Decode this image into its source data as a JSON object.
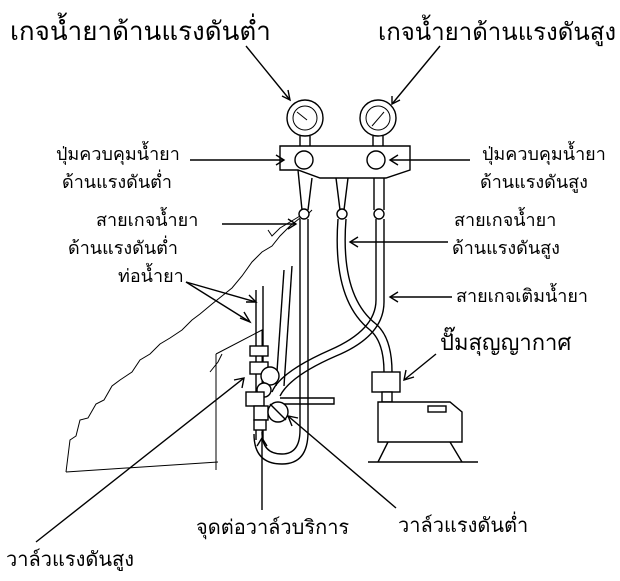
{
  "labels": {
    "low_gauge": "เกจน้ำยาด้านแรงดันต่ำ",
    "high_gauge": "เกจน้ำยาด้านแรงดันสูง",
    "low_knob_1": "ปุ่มควบคุมน้ำยา",
    "low_knob_2": "ด้านแรงดันต่ำ",
    "high_knob_1": "ปุ่มควบคุมน้ำยา",
    "high_knob_2": "ด้านแรงดันสูง",
    "low_hose_1": "สายเกจน้ำยา",
    "low_hose_2": "ด้านแรงดันต่ำ",
    "high_hose_1": "สายเกจน้ำยา",
    "high_hose_2": "ด้านแรงดันสูง",
    "refrigerant_pipe": "ท่อน้ำยา",
    "charge_hose": "สายเกจเติมน้ำยา",
    "vacuum_pump": "ปั๊มสุญญากาศ",
    "service_port": "จุดต่อวาล์วบริการ",
    "low_valve": "วาล์วแรงดันต่ำ",
    "high_valve": "วาล์วแรงดันสูง"
  }
}
